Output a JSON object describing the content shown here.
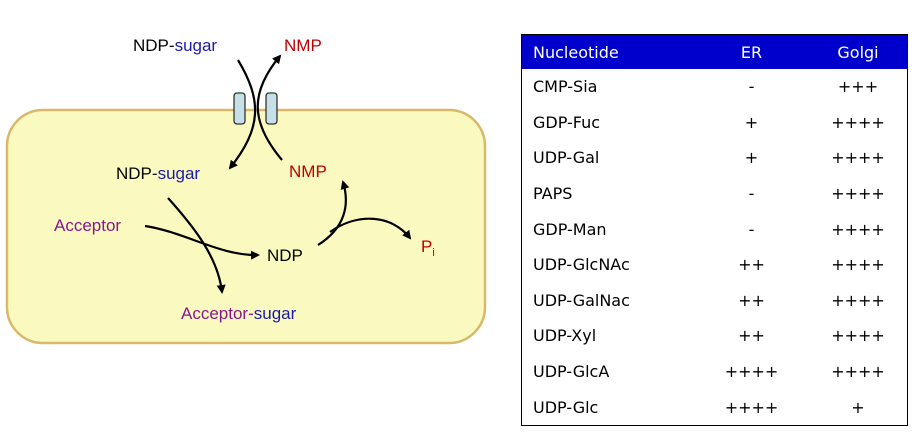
{
  "diagram": {
    "outside_ndp": "NDP-",
    "outside_sugar": "sugar",
    "outside_nmp": "NMP",
    "inside_ndp": "NDP-",
    "inside_sugar": "sugar",
    "inside_nmp": "NMP",
    "acceptor": "Acceptor",
    "ndp": "NDP",
    "pi_p": "P",
    "pi_sub": "i",
    "product_acceptor": "Acceptor-",
    "product_sugar": "sugar"
  },
  "colors": {
    "cell_fill": "#fafac0",
    "cell_border": "#d9b86a",
    "transporter_fill": "#c5e0e6",
    "header_bg": "#0000cc",
    "sugar_text": "#1a1aa6",
    "nmp_text": "#c00000",
    "acceptor_text": "#8a178a"
  },
  "icons": [
    "transporter-channel-icon"
  ],
  "table": {
    "headers": [
      "Nucleotide",
      "ER",
      "Golgi"
    ],
    "rows": [
      [
        "CMP-Sia",
        "-",
        "+++"
      ],
      [
        "GDP-Fuc",
        "+",
        "++++"
      ],
      [
        "UDP-Gal",
        "+",
        "++++"
      ],
      [
        "PAPS",
        "-",
        "++++"
      ],
      [
        "GDP-Man",
        "-",
        "++++"
      ],
      [
        "UDP-GlcNAc",
        "++",
        "++++"
      ],
      [
        "UDP-GalNac",
        "++",
        "++++"
      ],
      [
        "UDP-Xyl",
        "++",
        "++++"
      ],
      [
        "UDP-GlcA",
        "++++",
        "++++"
      ],
      [
        "UDP-Glc",
        "++++",
        "+"
      ]
    ]
  }
}
